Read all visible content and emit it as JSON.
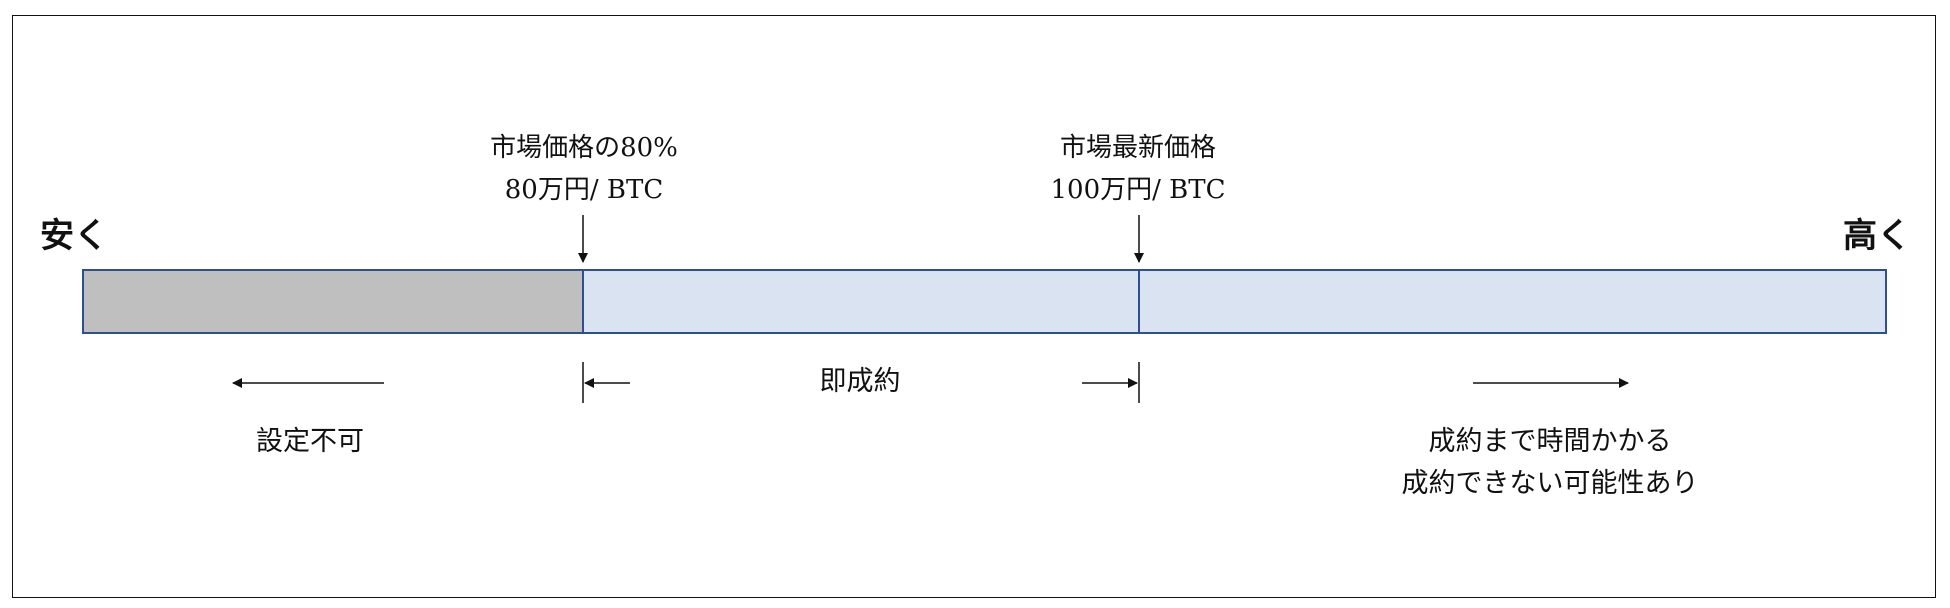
{
  "left_end_label": "安く",
  "right_end_label": "高く",
  "markers": [
    {
      "line1": "市場価格の80%",
      "line2": "80万円/ BTC"
    },
    {
      "line1": "市場最新価格",
      "line2": "100万円/ BTC"
    }
  ],
  "zones": {
    "left": "設定不可",
    "middle": "即成約",
    "right_line1": "成約まで時間かかる",
    "right_line2": "成約できない可能性あり"
  },
  "colors": {
    "gray_segment": "#bfbfbf",
    "blue_segment": "#d9e3f2",
    "bar_border": "#2f4f8f",
    "line": "#111111"
  }
}
